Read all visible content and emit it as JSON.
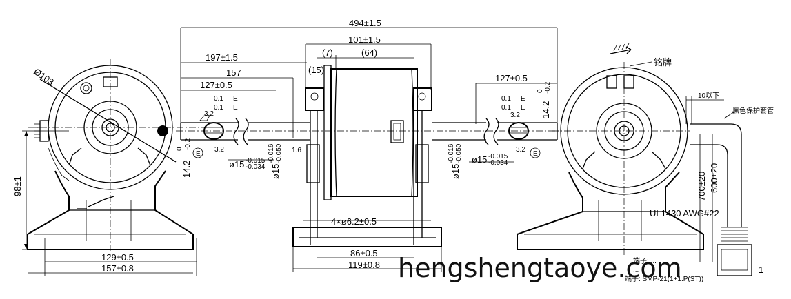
{
  "dimensions": {
    "overall_length": "494±1.5",
    "body_length": "101±1.5",
    "dim_7": "(7)",
    "dim_64": "(64)",
    "dim_15": "(15)",
    "shaft_left_197": "197±1.5",
    "shaft_left_157": "157",
    "shaft_left_127": "127±0.5",
    "shaft_right_127": "127±0.5",
    "diameter_103": "Ø103",
    "height_98": "98±1",
    "base_129": "129±0.5",
    "base_157": "157±0.8",
    "base_86": "86±0.5",
    "base_119": "119±0.8",
    "holes": "4×ø6.2±0.5",
    "flat_height": "14.2",
    "flat_tol_upper": "0",
    "flat_tol_lower": "-0.2",
    "shaft_dia": "ø15",
    "shaft_tol_upper": "-0.015",
    "shaft_tol_lower": "-0.034",
    "shaft_fit": "ø15",
    "shaft_fit_upper": "-0.016",
    "shaft_fit_lower": "-0.050",
    "runout": "0.1",
    "datum": "E",
    "roughness": "3.2",
    "small_dim": "1.6",
    "wire_exit": "10以下",
    "lead_700": "700±20",
    "lead_600": "600±20"
  },
  "labels": {
    "nameplate": "铭牌",
    "sleeve": "黑色保护套管",
    "wire_spec": "UL1430 AWG#22",
    "connector_a": "端子: ...",
    "connector_b": "...",
    "connector_c": "端子: SMP-21(1+1.P(ST))",
    "pin_1": "1",
    "watermark": "hengshengtaoye.com"
  }
}
